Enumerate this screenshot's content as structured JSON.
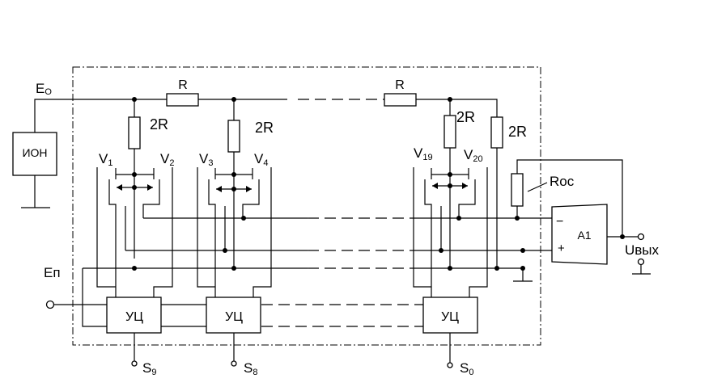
{
  "labels": {
    "ion": "ИОН",
    "e0": "E",
    "e0_sub": "O",
    "ep": "Еп",
    "r1": "R",
    "r2": "R",
    "r2_1": "2R",
    "r2_2": "2R",
    "r2_3": "2R",
    "r2_4": "2R",
    "v1": "V",
    "v1_sub": "1",
    "v2": "V",
    "v2_sub": "2",
    "v3": "V",
    "v3_sub": "3",
    "v4": "V",
    "v4_sub": "4",
    "v19": "V",
    "v19_sub": "19",
    "v20": "V",
    "v20_sub": "20",
    "roc": "Roc",
    "opamp": "A1",
    "minus": "−",
    "plus": "+",
    "uout": "Uвых",
    "uc1": "УЦ",
    "uc2": "УЦ",
    "uc3": "УЦ",
    "s9": "S",
    "s9_sub": "9",
    "s8": "S",
    "s8_sub": "8",
    "s0": "S",
    "s0_sub": "0"
  }
}
